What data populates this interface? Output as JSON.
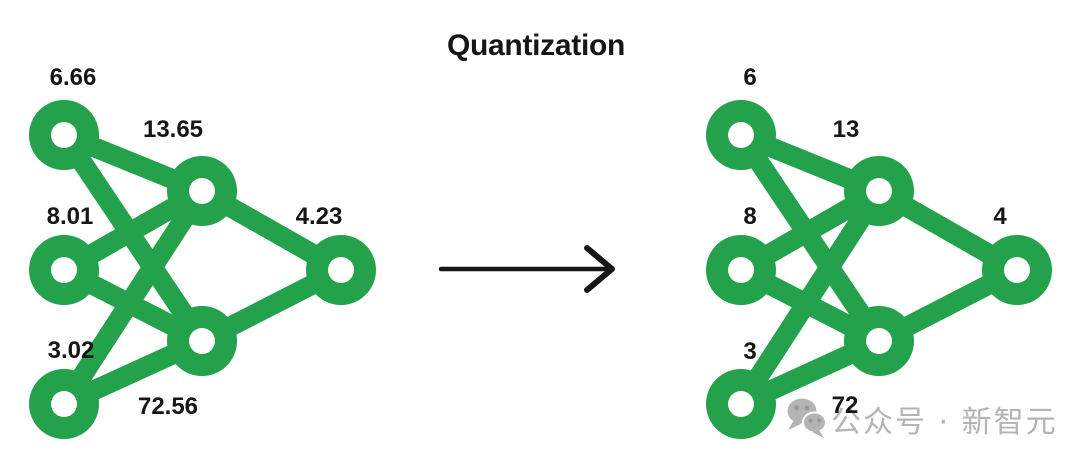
{
  "title": "Quantization",
  "colors": {
    "green": "#23a14b",
    "ink": "#161616",
    "watermark_gray": "#b4b4b4"
  },
  "networks": {
    "left": {
      "weights": [
        "6.66",
        "13.65",
        "8.01",
        "4.23",
        "3.02",
        "72.56"
      ]
    },
    "right": {
      "weights": [
        "6",
        "13",
        "8",
        "4",
        "3",
        "72"
      ]
    }
  },
  "arrow": {
    "icon": "right-arrow-icon"
  },
  "watermark": {
    "icon": "wechat-icon",
    "text": "公众号 · 新智元"
  }
}
